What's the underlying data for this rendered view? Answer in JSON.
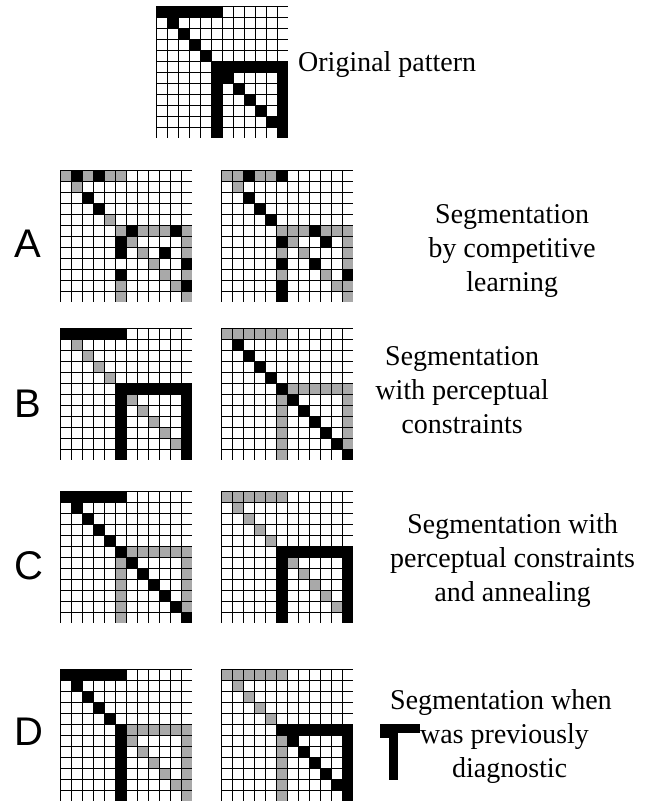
{
  "header": {
    "label": "Original pattern"
  },
  "rows": [
    {
      "letter": "A",
      "caption": [
        "Segmentation",
        "by competitive",
        "learning"
      ]
    },
    {
      "letter": "B",
      "caption": [
        "Segmentation",
        "with perceptual",
        "constraints"
      ]
    },
    {
      "letter": "C",
      "caption": [
        "Segmentation with",
        "perceptual constraints",
        "and annealing"
      ]
    },
    {
      "letter": "D",
      "caption": [
        "Segmentation when",
        "was previously",
        "diagnostic"
      ]
    }
  ],
  "colors": {
    "on": "#000000",
    "faded": "#a9a9a9",
    "off": "#ffffff",
    "gridline": "#000000"
  },
  "icons": {
    "inline_symbol": "bent-bar-glyph"
  }
}
